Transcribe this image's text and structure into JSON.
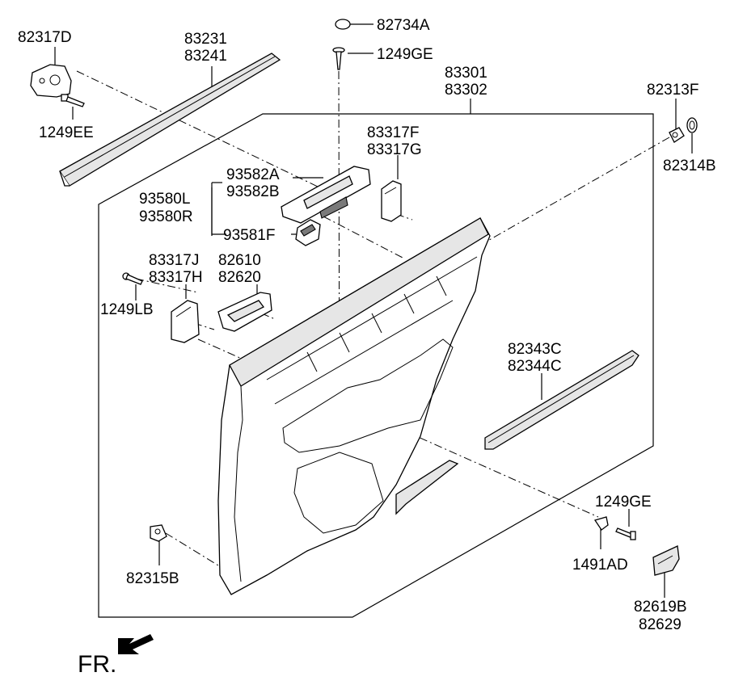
{
  "labels": {
    "p82317D": "82317D",
    "p1249EE": "1249EE",
    "p83231": "83231",
    "p83241": "83241",
    "p82734A": "82734A",
    "p1249GE_top": "1249GE",
    "p83301": "83301",
    "p83302": "83302",
    "p82313F": "82313F",
    "p82314B": "82314B",
    "p83317F": "83317F",
    "p83317G": "83317G",
    "p93582A": "93582A",
    "p93582B": "93582B",
    "p93580L": "93580L",
    "p93580R": "93580R",
    "p93581F": "93581F",
    "p83317J": "83317J",
    "p83317H": "83317H",
    "p82610": "82610",
    "p82620": "82620",
    "p1249LB": "1249LB",
    "p82343C": "82343C",
    "p82344C": "82344C",
    "p1249GE_bottom": "1249GE",
    "p1491AD": "1491AD",
    "p82315B": "82315B",
    "p82619B": "82619B",
    "p82629": "82629",
    "fr": "FR."
  }
}
